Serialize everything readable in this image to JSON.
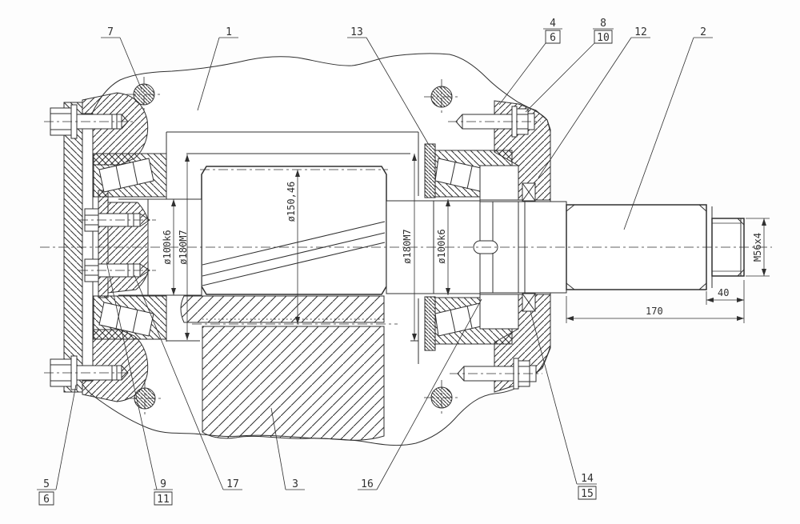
{
  "drawing": {
    "background_color": "#fdfdfd",
    "line_color": "#303030",
    "view": "sectional assembly view, pinion shaft with tapered roller bearings"
  },
  "callouts": {
    "c1": "1",
    "c2": "2",
    "c3": "3",
    "c4": "4",
    "c5": "5",
    "c6_top": "6",
    "c6_bottom": "6",
    "c7": "7",
    "c8": "8",
    "c9": "9",
    "c10": "10",
    "c11": "11",
    "c12": "12",
    "c13": "13",
    "c14": "14",
    "c15": "15",
    "c16": "16",
    "c17": "17"
  },
  "dimensions": {
    "pinion_pitch_diameter": "ø150,46",
    "left_shaft_fit": "ø100k6",
    "left_housing_fit": "ø180M7",
    "right_housing_fit": "ø180M7",
    "right_shaft_fit": "ø100k6",
    "thread_spec": "M56x4",
    "shaft_length": "170",
    "thread_length": "40"
  }
}
